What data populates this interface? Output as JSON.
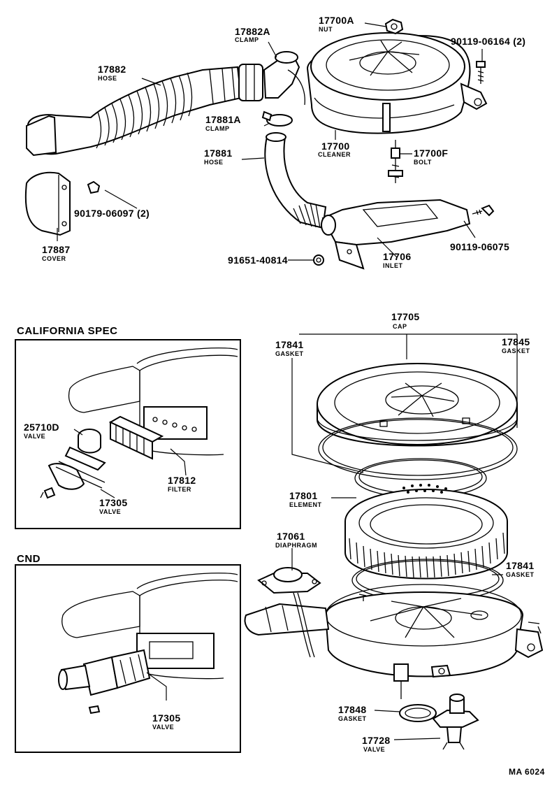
{
  "parts": {
    "p17882": {
      "number": "17882",
      "name": "HOSE"
    },
    "p17882A": {
      "number": "17882A",
      "name": "CLAMP"
    },
    "p17700A": {
      "number": "17700A",
      "name": "NUT"
    },
    "p90119_06164": {
      "number": "90119-06164 (2)"
    },
    "p17881A": {
      "number": "17881A",
      "name": "CLAMP"
    },
    "p17700": {
      "number": "17700",
      "name": "CLEANER"
    },
    "p17881": {
      "number": "17881",
      "name": "HOSE"
    },
    "p17700F": {
      "number": "17700F",
      "name": "BOLT"
    },
    "p90179_06097": {
      "number": "90179-06097 (2)"
    },
    "p17887": {
      "number": "17887",
      "name": "COVER"
    },
    "p90119_06075": {
      "number": "90119-06075"
    },
    "p91651_40814": {
      "number": "91651-40814"
    },
    "p17706": {
      "number": "17706",
      "name": "INLET"
    },
    "p17705": {
      "number": "17705",
      "name": "CAP"
    },
    "p17841_top": {
      "number": "17841",
      "name": "GASKET"
    },
    "p17845": {
      "number": "17845",
      "name": "GASKET"
    },
    "p17801": {
      "number": "17801",
      "name": "ELEMENT"
    },
    "p17061": {
      "number": "17061",
      "name": "DIAPHRAGM"
    },
    "p17841_bot": {
      "number": "17841",
      "name": "GASKET"
    },
    "p17848": {
      "number": "17848",
      "name": "GASKET"
    },
    "p17728": {
      "number": "17728",
      "name": "VALVE"
    }
  },
  "california": {
    "title": "CALIFORNIA  SPEC",
    "p25710D": {
      "number": "25710D",
      "name": "VALVE"
    },
    "p17812": {
      "number": "17812",
      "name": "FILTER"
    },
    "p17305": {
      "number": "17305",
      "name": "VALVE"
    }
  },
  "cnd": {
    "title": "CND",
    "p17305": {
      "number": "17305",
      "name": "VALVE"
    }
  },
  "footer": {
    "code": "MA  6024"
  }
}
